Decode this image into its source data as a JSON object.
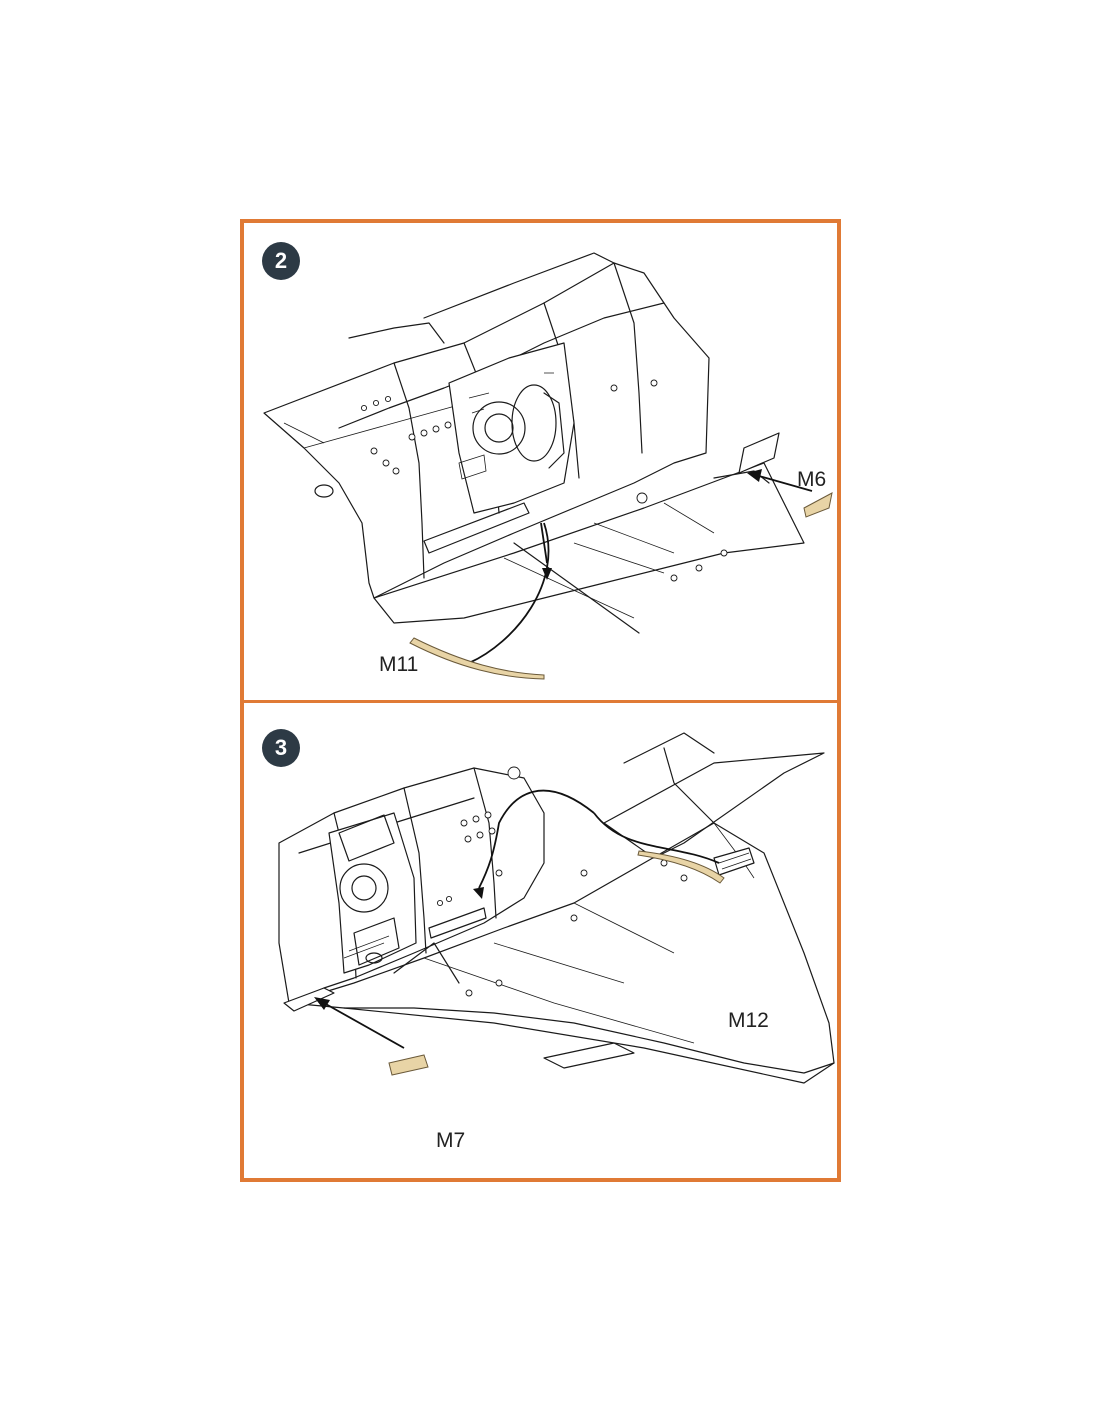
{
  "colors": {
    "frame": "#e07a35",
    "step_badge": "#2d3a45",
    "part_fill": "#e8d4a6"
  },
  "steps": [
    {
      "number": "2",
      "callouts": [
        {
          "label": "M6"
        },
        {
          "label": "M11"
        }
      ]
    },
    {
      "number": "3",
      "callouts": [
        {
          "label": "M12"
        },
        {
          "label": "M7"
        }
      ]
    }
  ]
}
